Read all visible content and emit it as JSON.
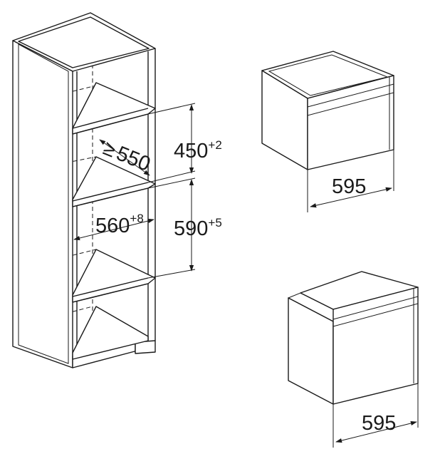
{
  "dimensions": {
    "niche_height_upper": {
      "value": "450",
      "tolerance": "+2"
    },
    "niche_height_lower": {
      "value": "590",
      "tolerance": "+5"
    },
    "niche_width": {
      "value": "560",
      "tolerance": "+8"
    },
    "niche_depth": {
      "symbol": "≥",
      "value": "550"
    },
    "appliance_top_width": {
      "value": "595"
    },
    "appliance_bottom_width": {
      "value": "595"
    }
  }
}
